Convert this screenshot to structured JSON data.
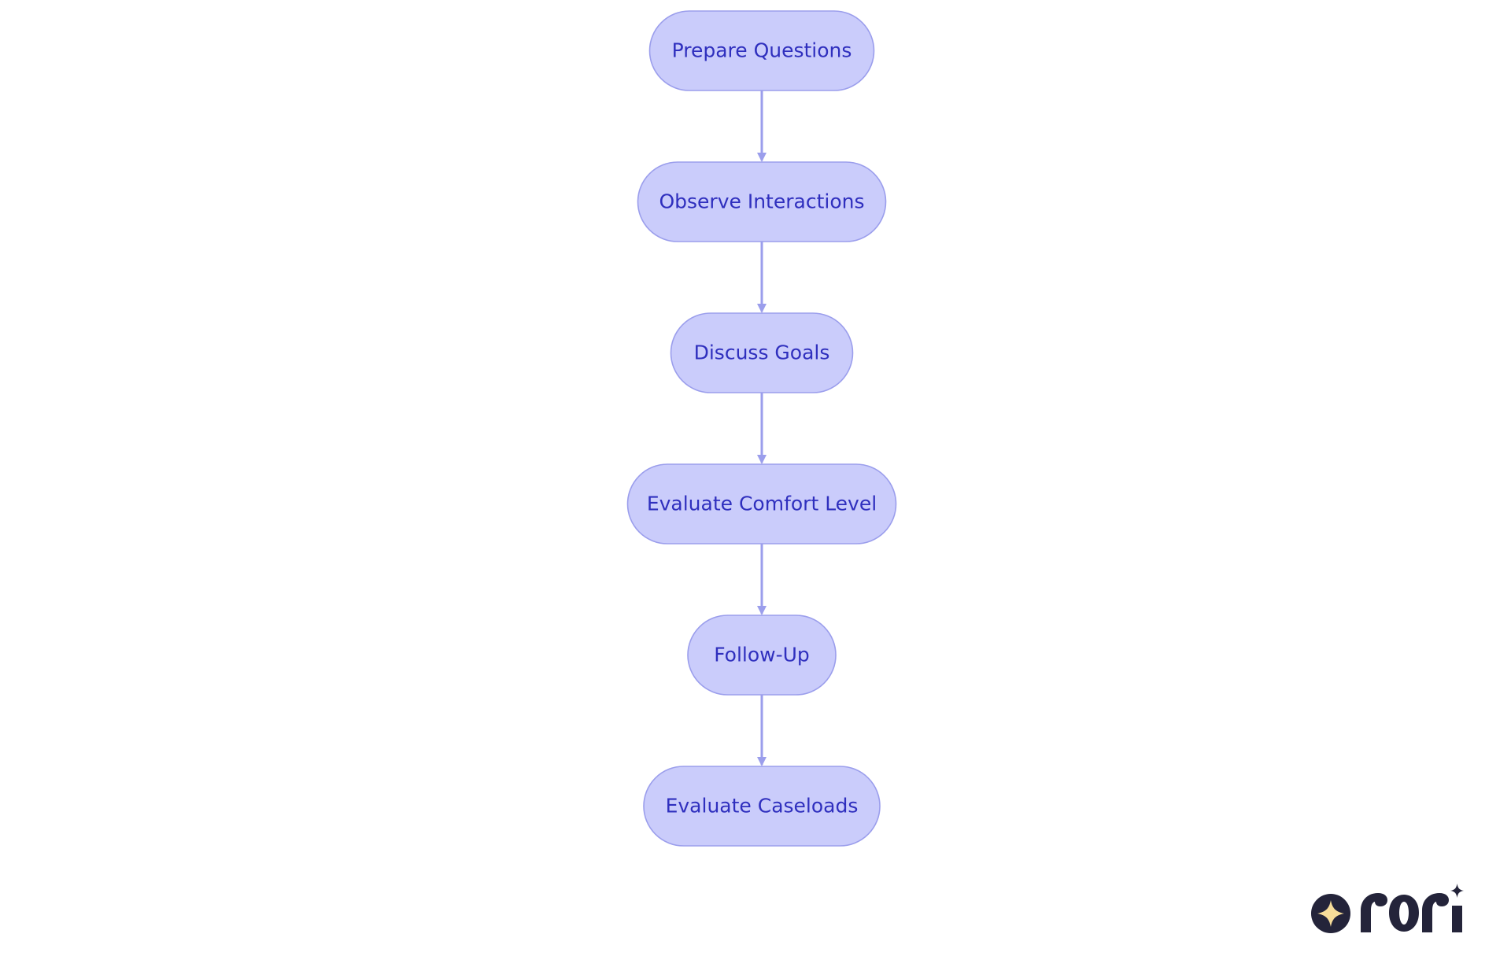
{
  "diagram": {
    "type": "flowchart",
    "direction": "top-to-bottom",
    "nodes": [
      {
        "id": "n1",
        "label": "Prepare Questions"
      },
      {
        "id": "n2",
        "label": "Observe Interactions"
      },
      {
        "id": "n3",
        "label": "Discuss Goals"
      },
      {
        "id": "n4",
        "label": "Evaluate Comfort Level"
      },
      {
        "id": "n5",
        "label": "Follow-Up"
      },
      {
        "id": "n6",
        "label": "Evaluate Caseloads"
      }
    ],
    "edges": [
      {
        "from": "n1",
        "to": "n2"
      },
      {
        "from": "n2",
        "to": "n3"
      },
      {
        "from": "n3",
        "to": "n4"
      },
      {
        "from": "n4",
        "to": "n5"
      },
      {
        "from": "n5",
        "to": "n6"
      }
    ]
  },
  "colors": {
    "node_fill": "#CACCFB",
    "node_stroke": "#9B9EEC",
    "node_text": "#2F2FBE",
    "edge": "#9B9EEC",
    "logo_dark": "#24243A",
    "logo_star": "#F7DD9A"
  },
  "logo": {
    "icon": "sparkle-logo-icon"
  }
}
